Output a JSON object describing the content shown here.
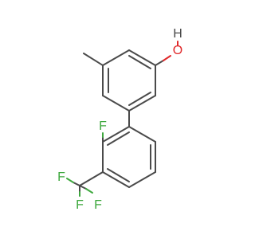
{
  "molecule": {
    "atoms": {
      "hydrogen": "H",
      "oxygen": "O",
      "fluorine_ring": "F",
      "fluorine_cf3_left": "F",
      "fluorine_cf3_top": "F",
      "fluorine_cf3_bottom": "F"
    },
    "colors": {
      "bond": "#4a4a4a",
      "oxygen": "#e0282a",
      "fluorine": "#3ea83e"
    }
  }
}
